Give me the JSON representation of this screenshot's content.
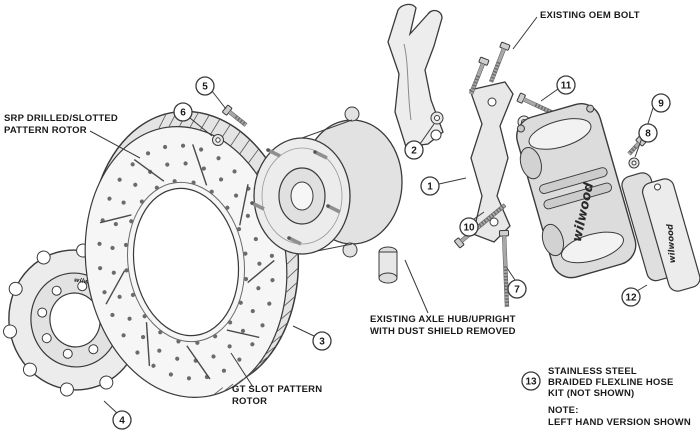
{
  "labels": {
    "oem_bolt": "EXISTING OEM BOLT",
    "srp_line1": "SRP DRILLED/SLOTTED",
    "srp_line2": "PATTERN ROTOR",
    "hub_line1": "EXISTING AXLE HUB/UPRIGHT",
    "hub_line2": "WITH DUST SHIELD REMOVED",
    "gt_line1": "GT SLOT PATTERN",
    "gt_line2": "ROTOR",
    "hose_line1": "STAINLESS STEEL",
    "hose_line2": "BRAIDED FLEXLINE HOSE",
    "hose_line3": "KIT (NOT SHOWN)",
    "note_line1": "NOTE:",
    "note_line2": "LEFT HAND VERSION SHOWN",
    "brand": "wilwood"
  },
  "callouts": [
    "1",
    "2",
    "3",
    "4",
    "5",
    "6",
    "7",
    "8",
    "9",
    "10",
    "11",
    "12",
    "13"
  ],
  "colors": {
    "outline": "#3a3a3a",
    "part_fill": "#ececec",
    "background": "#ffffff"
  }
}
